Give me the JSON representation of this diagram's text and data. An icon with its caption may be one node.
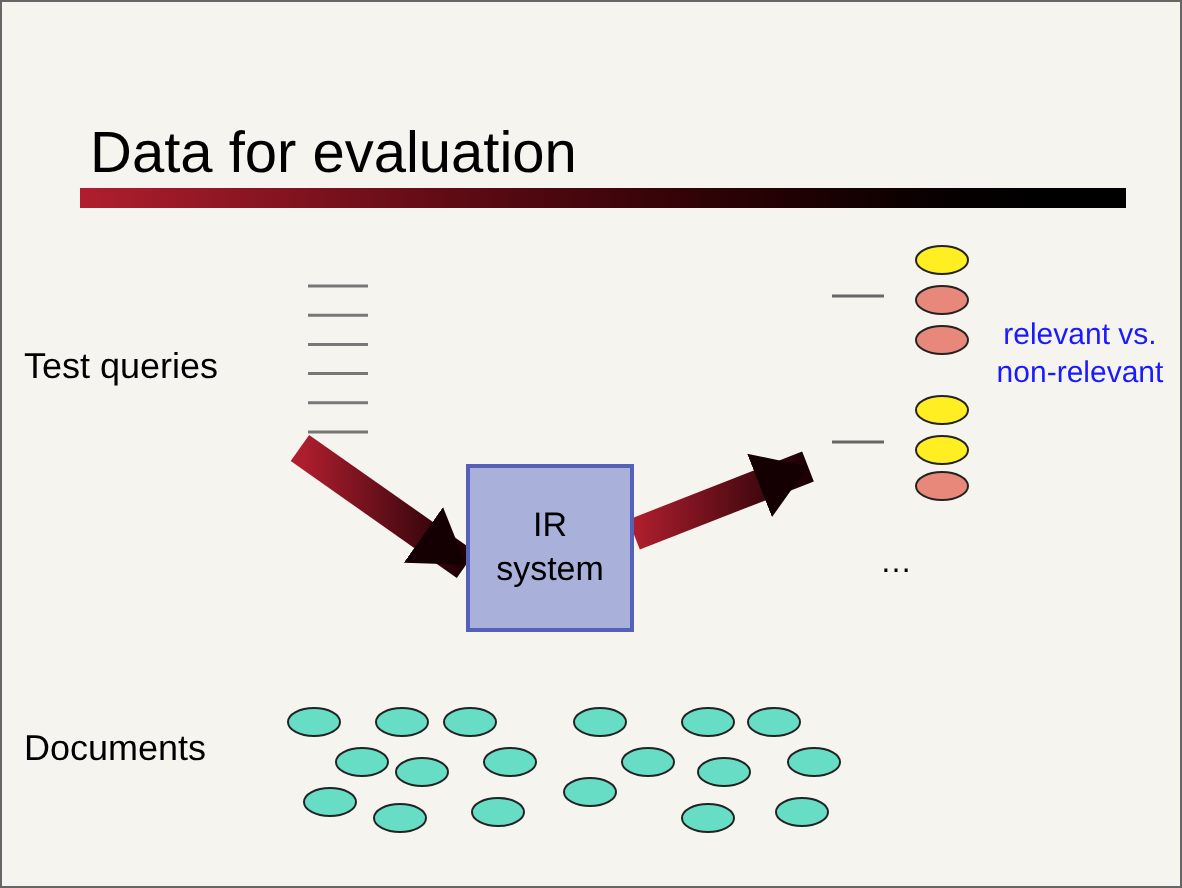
{
  "diagram": {
    "title": "Data for evaluation",
    "nodes": [
      {
        "text": [
          "Test queries"
        ]
      },
      {
        "text": [
          "IR system"
        ]
      },
      {
        "text": [],
        "shape": "picture"
      }
    ],
    "edges": [
      {
        "from": 0,
        "to": 1,
        "arrow": "to",
        "style": "thick"
      },
      {
        "from": 1,
        "to": 2,
        "arrow": "to",
        "style": "thick"
      }
    ],
    "labels": [
      "relevant vs. non-relevant",
      "…",
      "Documents"
    ]
  }
}
